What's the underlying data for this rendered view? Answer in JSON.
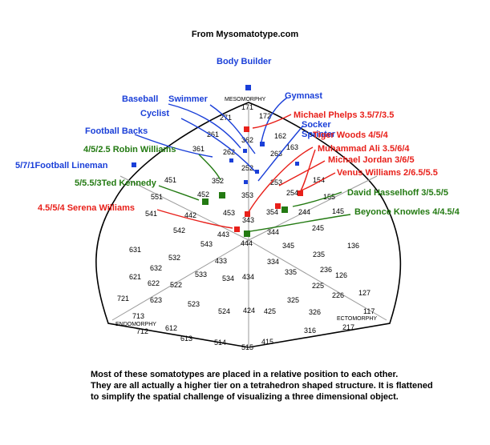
{
  "header": "From Mysomatotype.com",
  "corners": {
    "top": "MESOMORPHY",
    "left": "ENDOMORPHY",
    "right": "ECTOMORPHY"
  },
  "grid_numbers": [
    {
      "t": "171"
    },
    {
      "t": "271"
    },
    {
      "t": "172"
    },
    {
      "t": "261"
    },
    {
      "t": "162"
    },
    {
      "t": "362"
    },
    {
      "t": "263"
    },
    {
      "t": "163"
    },
    {
      "t": "361"
    },
    {
      "t": "262"
    },
    {
      "t": "252"
    },
    {
      "t": "451"
    },
    {
      "t": "352"
    },
    {
      "t": "253"
    },
    {
      "t": "154"
    },
    {
      "t": "353"
    },
    {
      "t": "254"
    },
    {
      "t": "155"
    },
    {
      "t": "551"
    },
    {
      "t": "452"
    },
    {
      "t": "354"
    },
    {
      "t": "244"
    },
    {
      "t": "145"
    },
    {
      "t": "453"
    },
    {
      "t": "541"
    },
    {
      "t": "442"
    },
    {
      "t": "343"
    },
    {
      "t": "245"
    },
    {
      "t": "542"
    },
    {
      "t": "443"
    },
    {
      "t": "344"
    },
    {
      "t": "444"
    },
    {
      "t": "543"
    },
    {
      "t": "433"
    },
    {
      "t": "345"
    },
    {
      "t": "235"
    },
    {
      "t": "136"
    },
    {
      "t": "631"
    },
    {
      "t": "532"
    },
    {
      "t": "334"
    },
    {
      "t": "632"
    },
    {
      "t": "533"
    },
    {
      "t": "534"
    },
    {
      "t": "434"
    },
    {
      "t": "335"
    },
    {
      "t": "236"
    },
    {
      "t": "126"
    },
    {
      "t": "621"
    },
    {
      "t": "622"
    },
    {
      "t": "522"
    },
    {
      "t": "225"
    },
    {
      "t": "226"
    },
    {
      "t": "127"
    },
    {
      "t": "721"
    },
    {
      "t": "623"
    },
    {
      "t": "325"
    },
    {
      "t": "713"
    },
    {
      "t": "523"
    },
    {
      "t": "524"
    },
    {
      "t": "424"
    },
    {
      "t": "425"
    },
    {
      "t": "326"
    },
    {
      "t": "117"
    },
    {
      "t": "712"
    },
    {
      "t": "612"
    },
    {
      "t": "316"
    },
    {
      "t": "217"
    },
    {
      "t": "613"
    },
    {
      "t": "514"
    },
    {
      "t": "415"
    },
    {
      "t": "515"
    }
  ],
  "blue_labels": [
    {
      "text": "Body Builder"
    },
    {
      "text": "Baseball"
    },
    {
      "text": "Swimmer"
    },
    {
      "text": "Gymnast"
    },
    {
      "text": "Cyclist"
    },
    {
      "text": "Football Backs"
    },
    {
      "text": "5/7/1Football Lineman"
    },
    {
      "text": "Socker"
    },
    {
      "text": "Sprinter"
    }
  ],
  "red_labels": [
    {
      "text": "Michael Phelps 3.5/7/3.5"
    },
    {
      "text": "Tiger Woods 4/5/4"
    },
    {
      "text": "Muhammad Ali 3.5/6/4"
    },
    {
      "text": "Michael Jordan 3/6/5"
    },
    {
      "text": "Venus Williams 2/6.5/5.5"
    },
    {
      "text": "4.5/5/4 Serena Williams"
    }
  ],
  "green_labels": [
    {
      "text": "4/5/2.5 Robin Williams"
    },
    {
      "text": "5/5.5/3Ted Kennedy"
    },
    {
      "text": "David Hasselhoff 3/5.5/5"
    },
    {
      "text": "Beyonce Knowles 4/4.5/4"
    }
  ],
  "colors": {
    "blue": "#1a3fd8",
    "red": "#e8201a",
    "green": "#237a12",
    "lines": "#9a9a9a",
    "outline": "#000000"
  },
  "caption": [
    "Most of these somatotypes are placed in a relative position to each other.",
    "They are all actually a higher tier on a tetrahedron shaped structure.  It is flattened",
    "to simplify the spatial challenge of visualizing a three dimensional object."
  ]
}
